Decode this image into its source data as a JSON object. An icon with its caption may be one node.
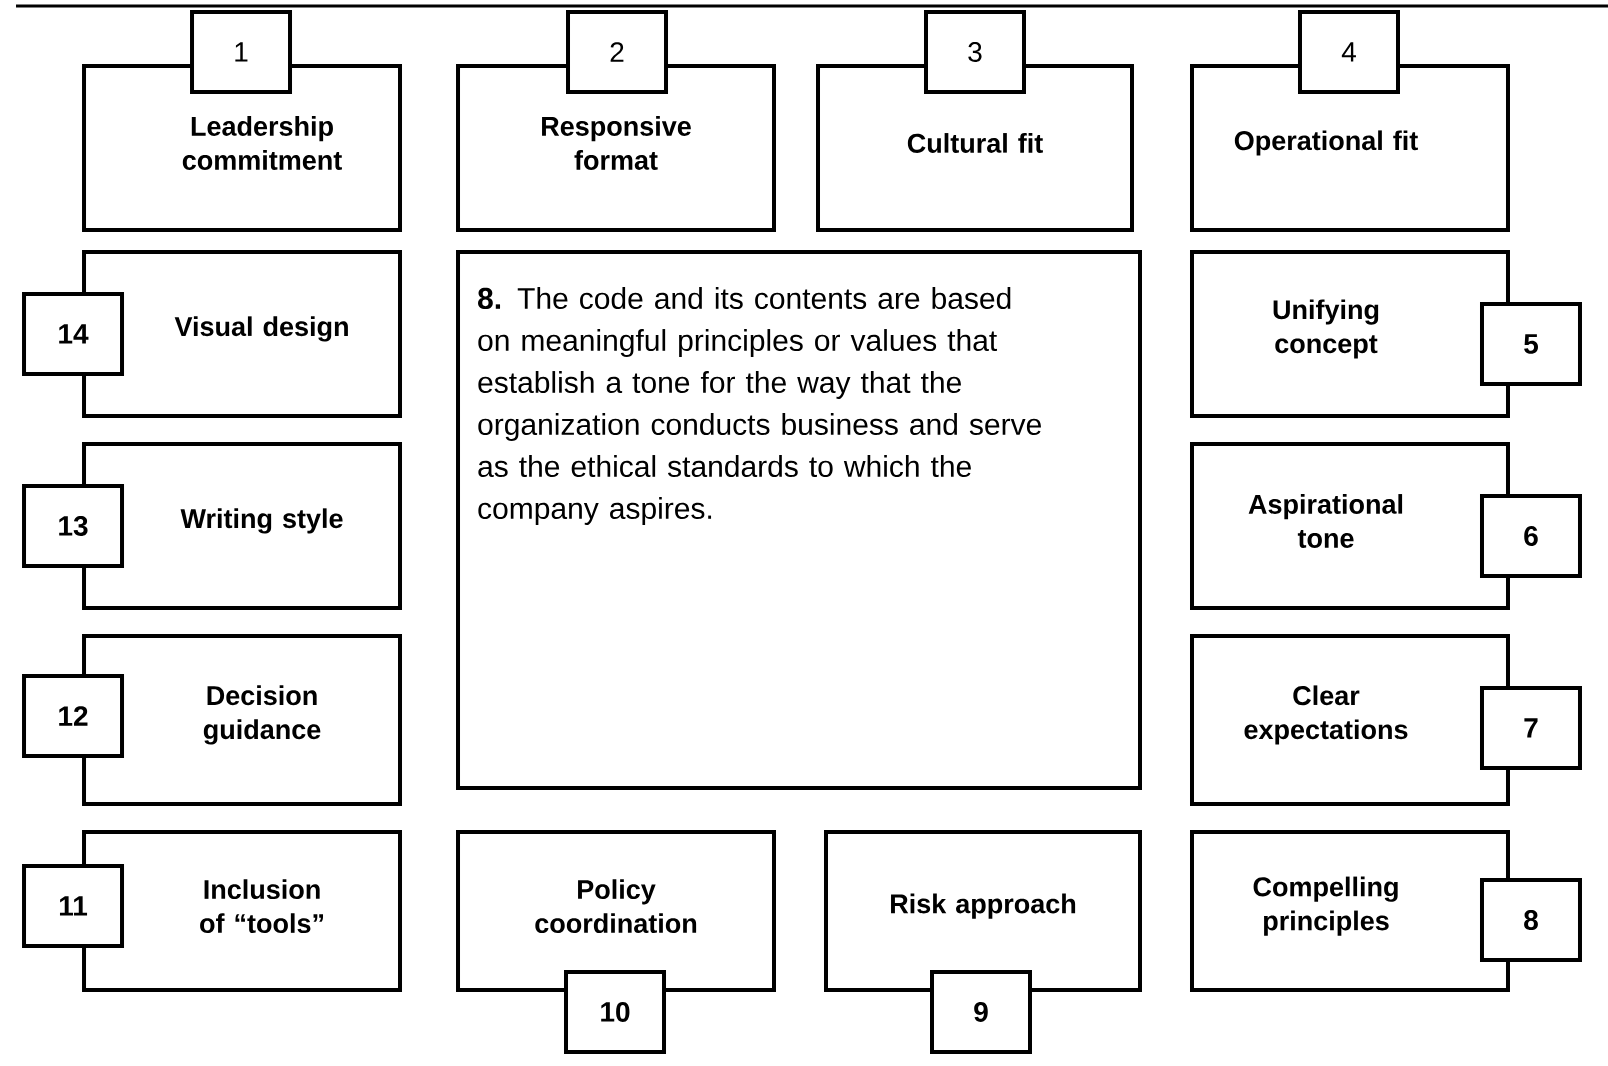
{
  "diagram": {
    "nodes": [
      {
        "text": [
          "Leadership commitment"
        ]
      },
      {
        "text": [
          "1"
        ]
      },
      {
        "text": [
          "Responsive format"
        ]
      },
      {
        "text": [
          "2"
        ]
      },
      {
        "text": [
          "Cultural fit"
        ]
      },
      {
        "text": [
          "3"
        ]
      },
      {
        "text": [
          "Operational fit"
        ]
      },
      {
        "text": [
          "4"
        ]
      },
      {
        "text": [
          "Visual design"
        ]
      },
      {
        "text": [
          "14"
        ]
      },
      {
        "text": [
          "**8.** The code and its contents are based on meaningful principles or values that establish a tone for the way that the organization conducts business and serve as the ethical standards to which the company aspires."
        ]
      },
      {
        "text": [
          "Unifying concept"
        ]
      },
      {
        "text": [
          "5"
        ]
      },
      {
        "text": [
          "Writing style"
        ]
      },
      {
        "text": [
          "13"
        ]
      },
      {
        "text": [
          "Aspirational tone"
        ]
      },
      {
        "text": [
          "6"
        ]
      },
      {
        "text": [
          "Decision guidance"
        ]
      },
      {
        "text": [
          "12"
        ]
      },
      {
        "text": [
          "Clear expectations"
        ]
      },
      {
        "text": [
          "7"
        ]
      },
      {
        "text": [
          "Inclusion of “tools”"
        ]
      },
      {
        "text": [
          "11"
        ]
      },
      {
        "text": [
          "Policy coordination"
        ]
      },
      {
        "text": [
          "10"
        ]
      },
      {
        "text": [
          "Risk approach"
        ]
      },
      {
        "text": [
          "9"
        ]
      },
      {
        "text": [
          "Compelling principles"
        ]
      },
      {
        "text": [
          "8"
        ]
      }
    ]
  }
}
